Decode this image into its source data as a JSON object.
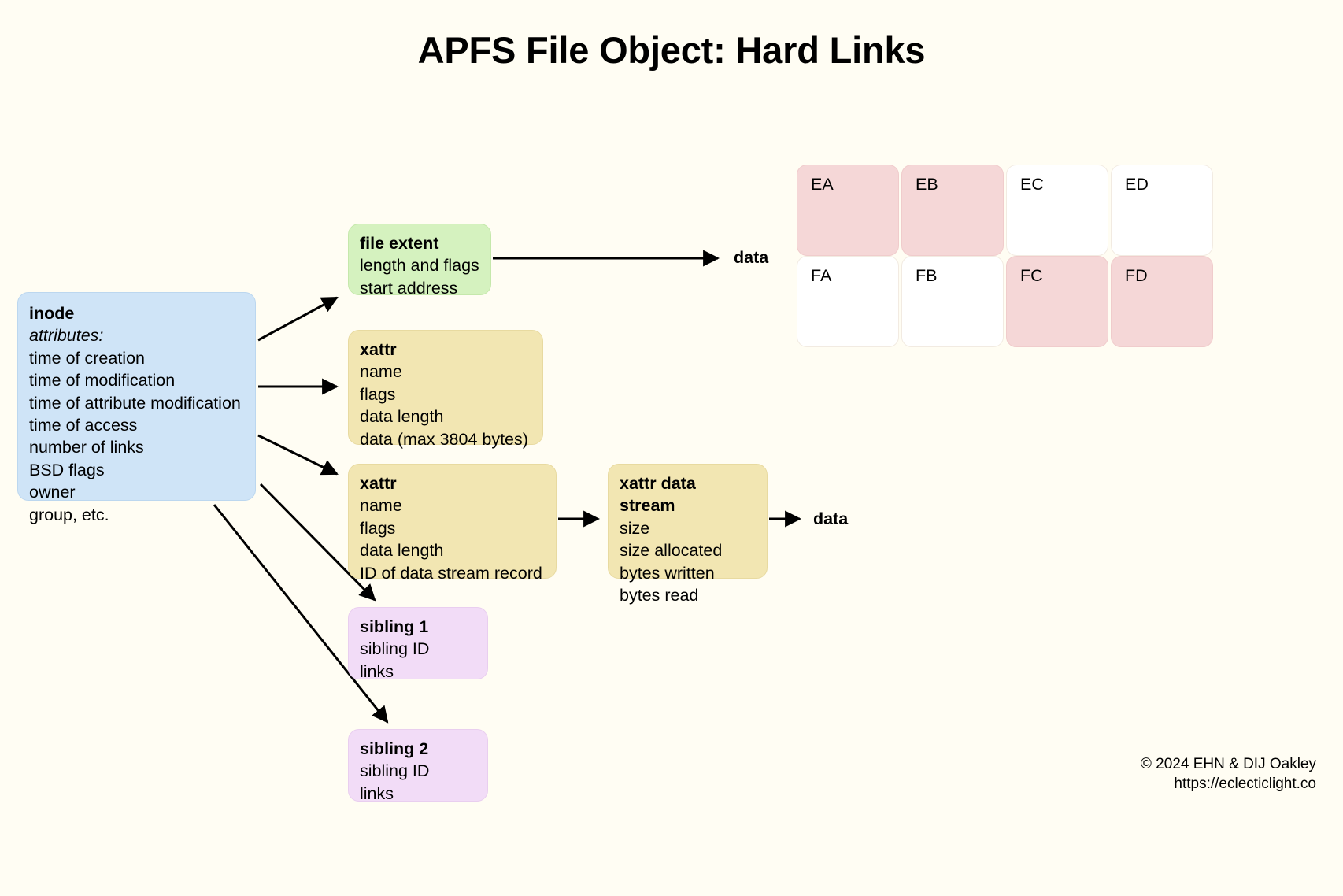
{
  "title": "APFS File Object: Hard Links",
  "nodes": {
    "inode": {
      "header": "inode",
      "subheader": "attributes:",
      "lines": [
        "time of creation",
        "time of modification",
        "time of attribute modification",
        "time of access",
        "number of links",
        "BSD flags",
        "owner",
        "group, etc."
      ],
      "color": "#cfe4f7"
    },
    "file_extent": {
      "header": "file extent",
      "lines": [
        "length and flags",
        "start address"
      ],
      "color": "#d5f2bf"
    },
    "xattr_inline": {
      "header": "xattr",
      "lines": [
        "name",
        "flags",
        "data length",
        "data (max 3804 bytes)"
      ],
      "color": "#f2e6b2"
    },
    "xattr_stream_ref": {
      "header": "xattr",
      "lines": [
        "name",
        "flags",
        "data length",
        "ID of data stream record"
      ],
      "color": "#f2e6b2"
    },
    "xattr_data_stream": {
      "header": "xattr data stream",
      "lines": [
        "size",
        "size allocated",
        "bytes written",
        "bytes read"
      ],
      "color": "#f2e6b2"
    },
    "sibling_1": {
      "header": "sibling 1",
      "lines": [
        "sibling ID",
        "links"
      ],
      "color": "#f2dcf7"
    },
    "sibling_2": {
      "header": "sibling 2",
      "lines": [
        "sibling ID",
        "links"
      ],
      "color": "#f2dcf7"
    }
  },
  "labels": {
    "data_from_extent": "data",
    "data_from_stream": "data"
  },
  "block_grid": {
    "rows": [
      [
        {
          "label": "EA",
          "filled": true
        },
        {
          "label": "EB",
          "filled": true
        },
        {
          "label": "EC",
          "filled": false
        },
        {
          "label": "ED",
          "filled": false
        }
      ],
      [
        {
          "label": "FA",
          "filled": false
        },
        {
          "label": "FB",
          "filled": false
        },
        {
          "label": "FC",
          "filled": true
        },
        {
          "label": "FD",
          "filled": true
        }
      ]
    ],
    "filled_color": "#f5d7d7",
    "empty_color": "#ffffff"
  },
  "footer": {
    "copyright": "© 2024 EHN & DIJ Oakley",
    "url": "https://eclecticlight.co"
  },
  "background_color": "#fffdf3"
}
